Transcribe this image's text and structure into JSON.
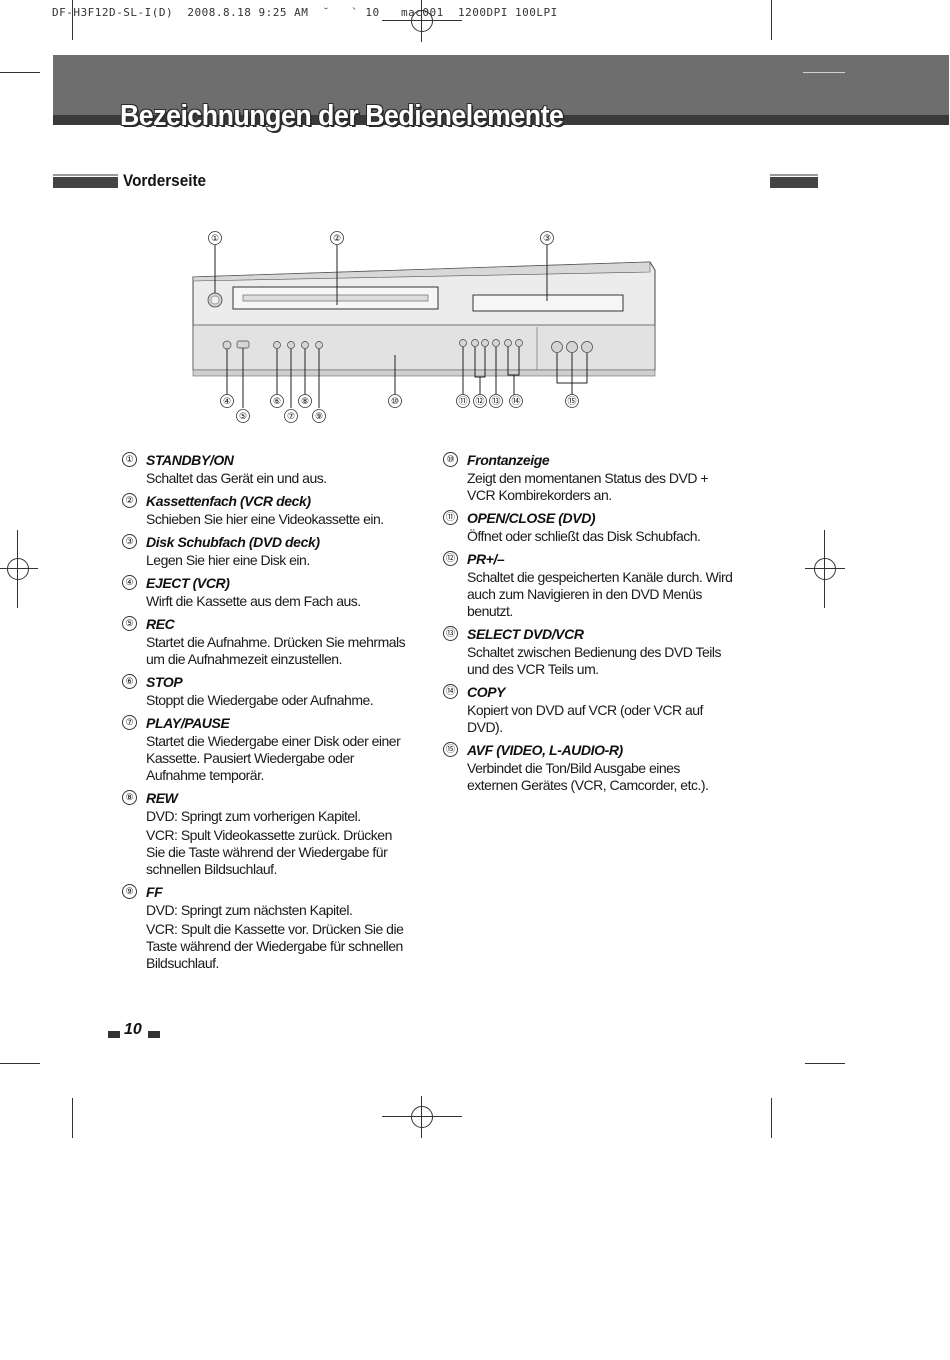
{
  "header": {
    "printer_line": "DF-H3F12D-SL-I(D)  2008.8.18 9:25 AM  ˘   ` 10   mac001  1200DPI 100LPI"
  },
  "title": "Bezeichnungen der Bedienelemente",
  "section": "Vorderseite",
  "diagram": {
    "top_callouts": [
      "①",
      "②",
      "③"
    ],
    "bottom_callouts_row1": [
      "④",
      "⑥",
      "⑧",
      "⑩",
      "⑪",
      "⑫",
      "⑬",
      "⑭",
      "⑮"
    ],
    "bottom_callouts_row2": [
      "⑤",
      "⑦",
      "⑨"
    ]
  },
  "items_left": [
    {
      "num": "①",
      "title": "STANDBY/ON",
      "desc": [
        "Schaltet das Gerät ein und aus."
      ]
    },
    {
      "num": "②",
      "title": "Kassettenfach (VCR deck)",
      "desc": [
        "Schieben Sie hier eine Videokassette ein."
      ]
    },
    {
      "num": "③",
      "title": "Disk Schubfach (DVD deck)",
      "desc": [
        "Legen Sie hier eine Disk ein."
      ]
    },
    {
      "num": "④",
      "title": "EJECT (VCR)",
      "desc": [
        "Wirft die Kassette aus dem Fach aus."
      ]
    },
    {
      "num": "⑤",
      "title": "REC",
      "desc": [
        "Startet die Aufnahme. Drücken Sie mehrmals um die Aufnahmezeit einzustellen."
      ]
    },
    {
      "num": "⑥",
      "title": "STOP",
      "desc": [
        "Stoppt die Wiedergabe oder Aufnahme."
      ]
    },
    {
      "num": "⑦",
      "title": "PLAY/PAUSE",
      "desc": [
        "Startet die Wiedergabe einer Disk oder einer Kassette. Pausiert Wiedergabe oder Aufnahme temporär."
      ]
    },
    {
      "num": "⑧",
      "title": "REW",
      "desc": [
        "DVD: Springt zum vorherigen Kapitel.",
        "VCR: Spult Videokassette zurück. Drücken Sie die Taste während der Wiedergabe für schnellen Bildsuchlauf."
      ]
    },
    {
      "num": "⑨",
      "title": "FF",
      "desc": [
        "DVD: Springt zum nächsten Kapitel.",
        "VCR: Spult die Kassette vor. Drücken Sie die Taste während der Wiedergabe für schnellen Bildsuchlauf."
      ]
    }
  ],
  "items_right": [
    {
      "num": "⑩",
      "title": "Frontanzeige",
      "desc": [
        "Zeigt den momentanen Status des DVD + VCR Kombirekorders an."
      ]
    },
    {
      "num": "⑪",
      "title": "OPEN/CLOSE (DVD)",
      "desc": [
        "Öffnet oder schließt das Disk Schubfach."
      ]
    },
    {
      "num": "⑫",
      "title": "PR+/–",
      "desc": [
        "Schaltet die gespeicherten Kanäle durch. Wird auch zum Navigieren in den DVD Menüs benutzt."
      ]
    },
    {
      "num": "⑬",
      "title": "SELECT DVD/VCR",
      "desc": [
        "Schaltet zwischen Bedienung des DVD Teils und des VCR Teils um."
      ]
    },
    {
      "num": "⑭",
      "title": "COPY",
      "desc": [
        "Kopiert von DVD auf VCR (oder VCR auf DVD)."
      ]
    },
    {
      "num": "⑮",
      "title": "AVF (VIDEO, L-AUDIO-R)",
      "desc": [
        "Verbindet die Ton/Bild Ausgabe eines externen Gerätes (VCR, Camcorder, etc.)."
      ]
    }
  ],
  "page_number": "10"
}
